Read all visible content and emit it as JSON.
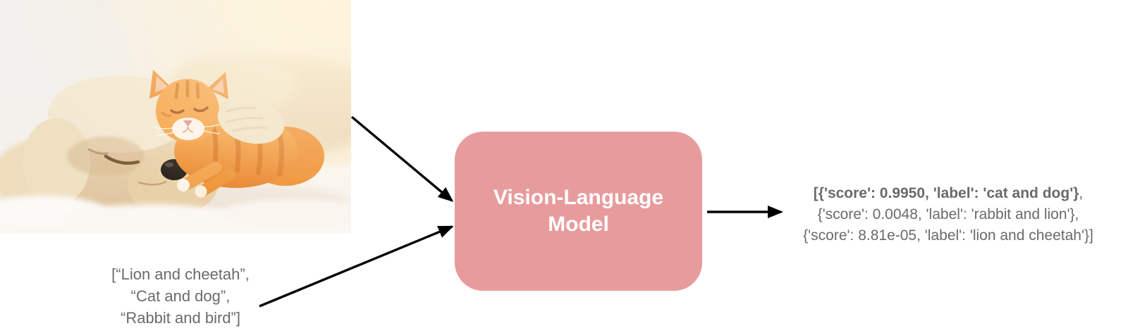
{
  "diagram_title": "Vision-Language Model zero-shot image classification flow",
  "photo": {
    "description": "Sleeping cream puppy with an orange tabby kitten resting on its head, on a white blanket"
  },
  "input_list": {
    "lines": [
      "[“Lion and cheetah”,",
      "“Cat and dog”,",
      "“Rabbit and bird”]"
    ]
  },
  "model_box": {
    "lines": [
      "Vision-Language",
      "Model"
    ],
    "fill": "#e89b9c",
    "text_color": "#ffffff"
  },
  "output": {
    "line1_bold": "[{'score': 0.9950, 'label': 'cat and dog'}",
    "line1_tail": ",",
    "line2": "{'score': 0.0048, 'label': 'rabbit and lion'},",
    "line3": "{'score': 8.81e-05, 'label': 'lion and cheetah'}]",
    "text_color": "#6a6a6a"
  },
  "arrows": {
    "color": "#000000",
    "items": [
      "image-to-model",
      "labels-to-model",
      "model-to-output"
    ]
  }
}
